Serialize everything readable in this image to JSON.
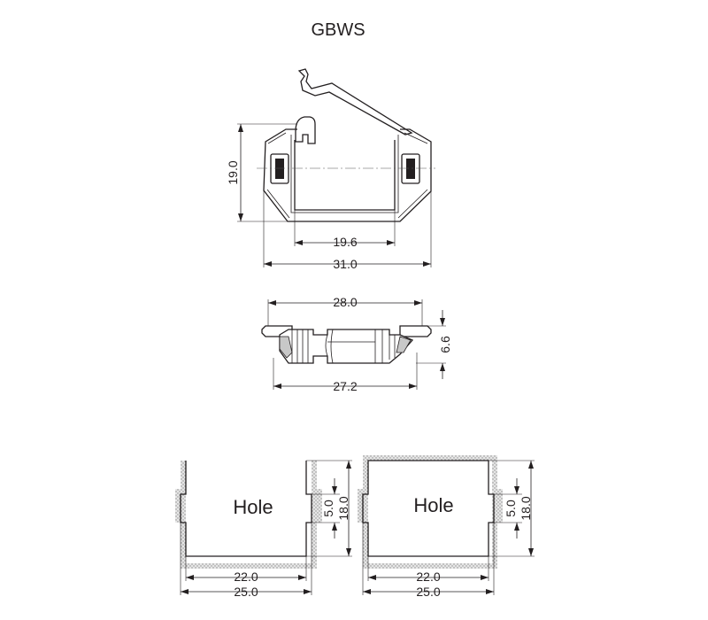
{
  "title": "GBWS",
  "top_view": {
    "dim_height": "19.0",
    "dim_inner_width": "19.6",
    "dim_outer_width": "31.0"
  },
  "side_view": {
    "dim_top_width": "28.0",
    "dim_bottom_width": "27.2",
    "dim_height": "6.6"
  },
  "hole_left": {
    "label": "Hole",
    "dim_inner_width": "22.0",
    "dim_outer_width": "25.0",
    "dim_notch": "5.0",
    "dim_height": "18.0"
  },
  "hole_right": {
    "label": "Hole",
    "dim_inner_width": "22.0",
    "dim_outer_width": "25.0",
    "dim_notch": "5.0",
    "dim_height": "18.0"
  }
}
